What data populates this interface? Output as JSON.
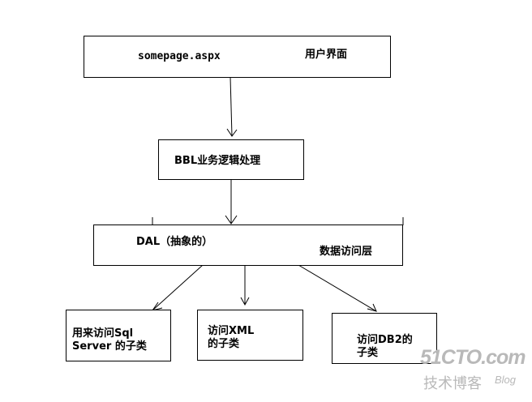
{
  "nodes": {
    "ui": {
      "label": "somepage.aspx",
      "note": "用户界面"
    },
    "bbl": {
      "label": "BBL业务逻辑处理"
    },
    "dal": {
      "label": "DAL（抽象的）",
      "note": "数据访问层"
    },
    "sql": {
      "line1": "用来访问Sql",
      "line2": "Server 的子类"
    },
    "xml": {
      "line1": "访问XML",
      "line2": "的子类"
    },
    "db2": {
      "line1": "访问DB2的",
      "line2": "子类"
    }
  },
  "edges": [
    {
      "from": "ui",
      "to": "bbl"
    },
    {
      "from": "bbl",
      "to": "dal"
    },
    {
      "from": "dal",
      "to": "sql"
    },
    {
      "from": "dal",
      "to": "xml"
    },
    {
      "from": "dal",
      "to": "db2"
    }
  ],
  "watermark": {
    "brand": "51CTO.com",
    "sub": "技术博客",
    "blog": "Blog"
  }
}
